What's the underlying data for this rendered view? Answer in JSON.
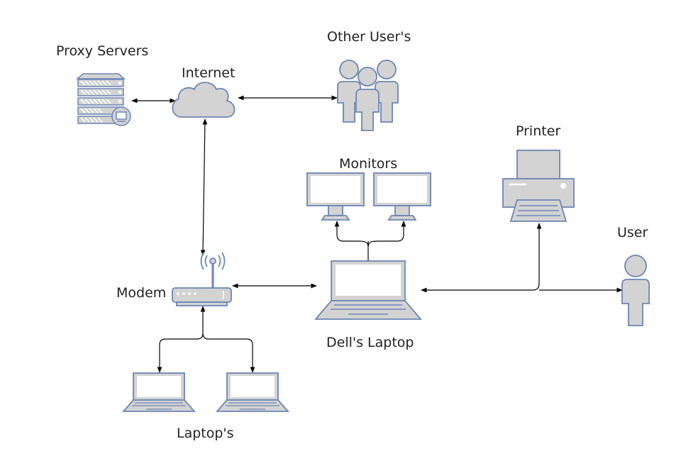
{
  "labels": {
    "proxy_servers": "Proxy Servers",
    "internet": "Internet",
    "other_users": "Other User's",
    "printer": "Printer",
    "monitors": "Monitors",
    "user": "User",
    "modem": "Modem",
    "dells_laptop": "Dell's Laptop",
    "laptops": "Laptop's"
  },
  "colors": {
    "icon_fill": "#d3d3d3",
    "icon_stroke": "#6c86b4",
    "screen_fill": "#ffffff",
    "connector": "#000000"
  },
  "icons": [
    "server-icon",
    "cloud-icon",
    "user-group-icon",
    "printer-icon",
    "monitor-icon",
    "laptop-icon",
    "person-icon",
    "modem-icon"
  ]
}
